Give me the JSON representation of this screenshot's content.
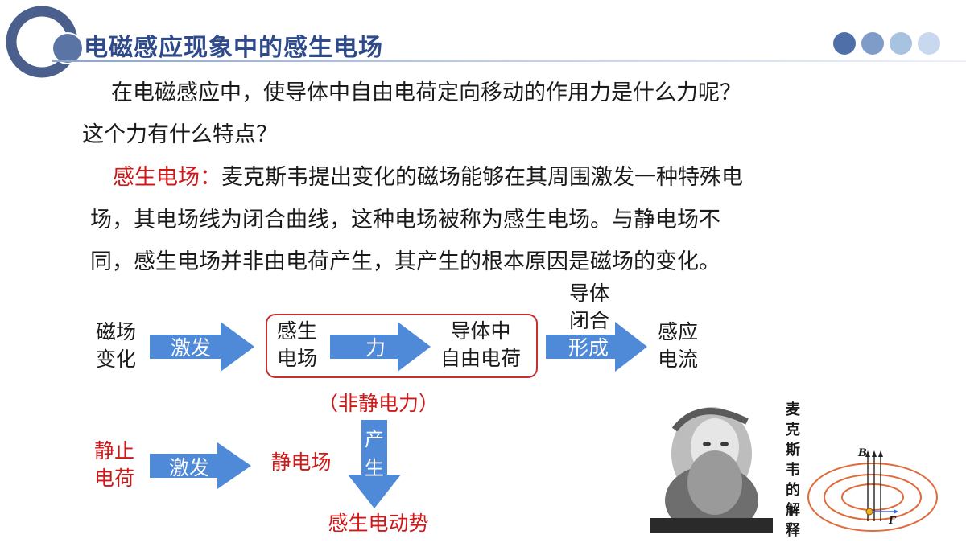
{
  "header": {
    "title": "电磁感应现象中的感生电场",
    "dot_colors": [
      "#4f6fa8",
      "#7f9cc8",
      "#a8c3e0",
      "#c8d8ee"
    ]
  },
  "body": {
    "question_line1": "在电磁感应中，使导体中自由电荷定向移动的作用力是什么力呢？",
    "question_line2": "这个力有什么特点？",
    "definition_term": "感生电场：",
    "definition_line1": "麦克斯韦提出变化的磁场能够在其周围激发一种特殊电",
    "definition_line2": "场，其电场线为闭合曲线，这种电场被称为感生电场。与静电场不",
    "definition_line3": "同，感生电场并非由电荷产生，其产生的根本原因是磁场的变化。"
  },
  "diagram": {
    "node_magnetic_change": [
      "磁场",
      "变化"
    ],
    "arrow_excite_1": "激发",
    "node_induced_field": [
      "感生",
      "电场"
    ],
    "arrow_force": "力",
    "node_free_charge": [
      "导体中",
      "自由电荷"
    ],
    "note_conductor_closed": [
      "导体",
      "闭合"
    ],
    "arrow_form": "形成",
    "node_induced_current": [
      "感应",
      "电流"
    ],
    "note_nonelectrostatic": "（非静电力）",
    "node_static_charge": [
      "静止",
      "电荷"
    ],
    "arrow_excite_2": "激发",
    "node_static_field": "静电场",
    "arrow_produce": [
      "产",
      "生"
    ],
    "node_emf": "感生电动势",
    "arrow_color": "#4f8ad8"
  },
  "figure": {
    "caption": [
      "麦",
      "克",
      "斯",
      "韦",
      "的",
      "解",
      "释"
    ],
    "label_B": "B",
    "label_F": "F"
  }
}
